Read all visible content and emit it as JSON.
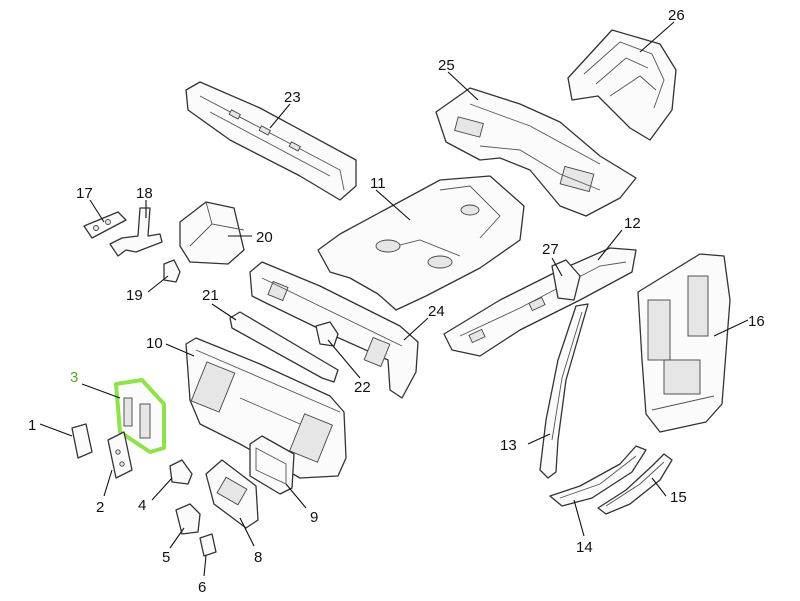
{
  "diagram": {
    "highlight_color": "#8fe34a",
    "highlight_label_color": "#5aa629",
    "callouts": [
      {
        "key": "p1",
        "label": "1"
      },
      {
        "key": "p2",
        "label": "2"
      },
      {
        "key": "p3",
        "label": "3",
        "highlighted": true
      },
      {
        "key": "p4",
        "label": "4"
      },
      {
        "key": "p5",
        "label": "5"
      },
      {
        "key": "p6",
        "label": "6"
      },
      {
        "key": "p8",
        "label": "8"
      },
      {
        "key": "p9",
        "label": "9"
      },
      {
        "key": "p10",
        "label": "10"
      },
      {
        "key": "p11",
        "label": "11"
      },
      {
        "key": "p12",
        "label": "12"
      },
      {
        "key": "p13",
        "label": "13"
      },
      {
        "key": "p14",
        "label": "14"
      },
      {
        "key": "p15",
        "label": "15"
      },
      {
        "key": "p16",
        "label": "16"
      },
      {
        "key": "p17",
        "label": "17"
      },
      {
        "key": "p18",
        "label": "18"
      },
      {
        "key": "p19",
        "label": "19"
      },
      {
        "key": "p20",
        "label": "20"
      },
      {
        "key": "p21",
        "label": "21"
      },
      {
        "key": "p22",
        "label": "22"
      },
      {
        "key": "p23",
        "label": "23"
      },
      {
        "key": "p24",
        "label": "24"
      },
      {
        "key": "p25",
        "label": "25"
      },
      {
        "key": "p26",
        "label": "26"
      },
      {
        "key": "p27",
        "label": "27"
      }
    ]
  }
}
